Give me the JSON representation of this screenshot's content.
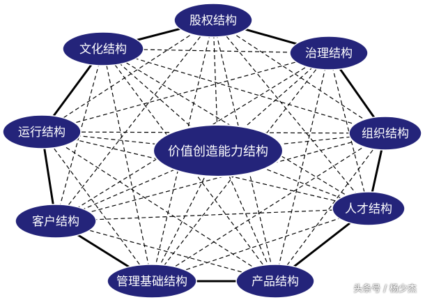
{
  "diagram": {
    "center": {
      "label": "价值创造能力结构"
    },
    "nodes": [
      {
        "id": "equity",
        "label": "股权结构"
      },
      {
        "id": "governance",
        "label": "治理结构"
      },
      {
        "id": "organization",
        "label": "组织结构"
      },
      {
        "id": "talent",
        "label": "人才结构"
      },
      {
        "id": "product",
        "label": "产品结构"
      },
      {
        "id": "management",
        "label": "管理基础结构"
      },
      {
        "id": "customer",
        "label": "客户结构"
      },
      {
        "id": "operation",
        "label": "运行结构"
      },
      {
        "id": "culture",
        "label": "文化结构"
      }
    ],
    "colors": {
      "node_fill": "#24247a",
      "outline": "#000000",
      "dashed": "#000000",
      "label": "#ffffff"
    }
  },
  "watermark": "头条号 / 杨少杰"
}
